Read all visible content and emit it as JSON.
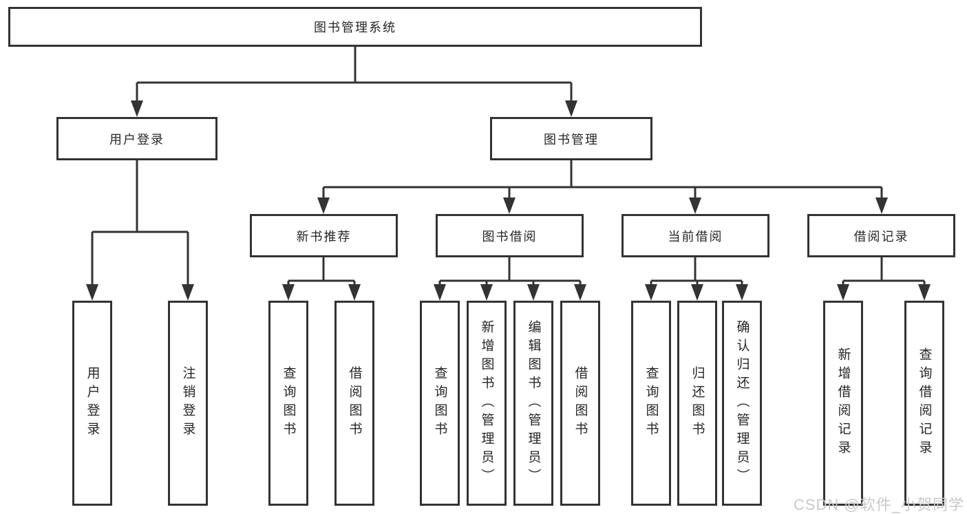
{
  "diagram_title": "图书管理系统",
  "nodes": {
    "root": {
      "label": "图书管理系统"
    },
    "level2": [
      {
        "label": "用户登录"
      },
      {
        "label": "图书管理"
      }
    ],
    "level3": [
      {
        "label": "新书推荐",
        "parent": "图书管理"
      },
      {
        "label": "图书借阅",
        "parent": "图书管理"
      },
      {
        "label": "当前借阅",
        "parent": "图书管理"
      },
      {
        "label": "借阅记录",
        "parent": "图书管理"
      }
    ],
    "leaves": [
      {
        "label": "用户登录",
        "parent": "用户登录"
      },
      {
        "label": "注销登录",
        "parent": "用户登录"
      },
      {
        "label": "查询图书",
        "parent": "新书推荐"
      },
      {
        "label": "借阅图书",
        "parent": "新书推荐"
      },
      {
        "label": "查询图书",
        "parent": "图书借阅"
      },
      {
        "label": "新增图书（管理员）",
        "parent": "图书借阅"
      },
      {
        "label": "编辑图书（管理员）",
        "parent": "图书借阅"
      },
      {
        "label": "借阅图书",
        "parent": "图书借阅"
      },
      {
        "label": "查询图书",
        "parent": "当前借阅"
      },
      {
        "label": "归还图书",
        "parent": "当前借阅"
      },
      {
        "label": "确认归还（管理员）",
        "parent": "当前借阅"
      },
      {
        "label": "新增借阅记录",
        "parent": "借阅记录"
      },
      {
        "label": "查询借阅记录",
        "parent": "借阅记录"
      }
    ]
  },
  "watermark": "CSDN @软件_小贺同学",
  "colors": {
    "line": "#333333",
    "box_border": "#333333",
    "text": "#262626",
    "background": "#ffffff",
    "watermark": "#c9c9c9"
  }
}
